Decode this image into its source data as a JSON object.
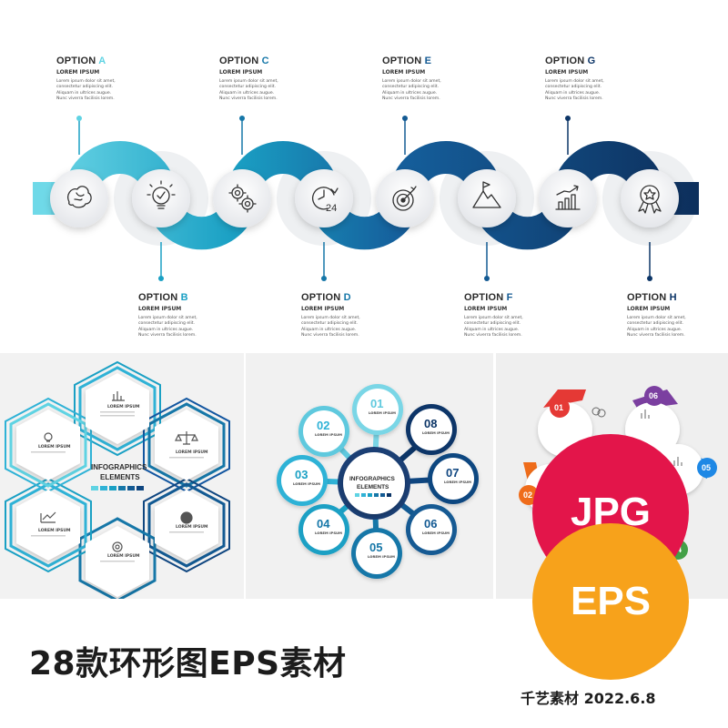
{
  "timeline": {
    "options": [
      {
        "prefix": "OPTION",
        "letter": "A",
        "subtitle": "LOREM IPSUM",
        "body": "Lorem ipsum dolor sit amet, consectetur adipiscing elit. Aliquam in ultrices augue. Nunc viverra facilisis lorem."
      },
      {
        "prefix": "OPTION",
        "letter": "B",
        "subtitle": "LOREM IPSUM",
        "body": "Lorem ipsum dolor sit amet, consectetur adipiscing elit. Aliquam in ultrices augue. Nunc viverra facilisis lorem."
      },
      {
        "prefix": "OPTION",
        "letter": "C",
        "subtitle": "LOREM IPSUM",
        "body": "Lorem ipsum dolor sit amet, consectetur adipiscing elit. Aliquam in ultrices augue. Nunc viverra facilisis lorem."
      },
      {
        "prefix": "OPTION",
        "letter": "D",
        "subtitle": "LOREM IPSUM",
        "body": "Lorem ipsum dolor sit amet, consectetur adipiscing elit. Aliquam in ultrices augue. Nunc viverra facilisis lorem."
      },
      {
        "prefix": "OPTION",
        "letter": "E",
        "subtitle": "LOREM IPSUM",
        "body": "Lorem ipsum dolor sit amet, consectetur adipiscing elit. Aliquam in ultrices augue. Nunc viverra facilisis lorem."
      },
      {
        "prefix": "OPTION",
        "letter": "F",
        "subtitle": "LOREM IPSUM",
        "body": "Lorem ipsum dolor sit amet, consectetur adipiscing elit. Aliquam in ultrices augue. Nunc viverra facilisis lorem."
      },
      {
        "prefix": "OPTION",
        "letter": "G",
        "subtitle": "LOREM IPSUM",
        "body": "Lorem ipsum dolor sit amet, consectetur adipiscing elit. Aliquam in ultrices augue. Nunc viverra facilisis lorem."
      },
      {
        "prefix": "OPTION",
        "letter": "H",
        "subtitle": "LOREM IPSUM",
        "body": "Lorem ipsum dolor sit amet, consectetur adipiscing elit. Aliquam in ultrices augue. Nunc viverra facilisis lorem."
      }
    ],
    "icons": [
      "brain-icon",
      "lightbulb-icon",
      "gears-icon",
      "clock-24-icon",
      "target-icon",
      "mountain-flag-icon",
      "growth-chart-icon",
      "award-badge-icon"
    ],
    "clock_label": "24",
    "colors": [
      "#5fd3e3",
      "#1aa0c4",
      "#1677a8",
      "#135a93",
      "#0f4680",
      "#0c3567"
    ]
  },
  "hex_infographic": {
    "center_title": "INFOGRAPHICS",
    "center_subtitle": "ELEMENTS",
    "item_label": "LOREM IPSUM",
    "icons": [
      "bar-chart-icon",
      "balance-scale-icon",
      "pie-chart-icon",
      "gear-icon",
      "line-chart-icon",
      "lightbulb-icon"
    ]
  },
  "ring_infographic": {
    "center_title": "INFOGRAPHICS",
    "center_subtitle": "ELEMENTS",
    "item_label": "LOREM IPSUM",
    "numbers": [
      "01",
      "02",
      "03",
      "04",
      "05",
      "06",
      "07",
      "08"
    ]
  },
  "circle_infographic": {
    "numbers": [
      "01",
      "02",
      "04",
      "05",
      "06"
    ],
    "colors": {
      "01": "#e53935",
      "02": "#ef6c1a",
      "04": "#43a047",
      "05": "#1e88e5",
      "06": "#7b3fa0"
    }
  },
  "badges": {
    "jpg": "JPG",
    "eps": "EPS"
  },
  "title": "28款环形图EPS素材",
  "brand": "千艺素材 2022.6.8"
}
